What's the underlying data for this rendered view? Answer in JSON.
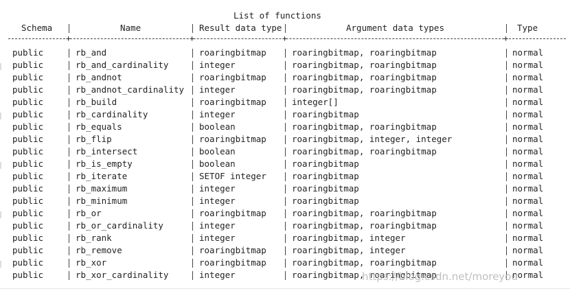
{
  "title": "List of functions",
  "headers": {
    "schema": "Schema",
    "name": "Name",
    "result": "Result data type",
    "args": "Argument data types",
    "type": "Type"
  },
  "rows": [
    [
      "public",
      "rb_and",
      "roaringbitmap",
      "roaringbitmap, roaringbitmap",
      "normal"
    ],
    [
      "public",
      "rb_and_cardinality",
      "integer",
      "roaringbitmap, roaringbitmap",
      "normal"
    ],
    [
      "public",
      "rb_andnot",
      "roaringbitmap",
      "roaringbitmap, roaringbitmap",
      "normal"
    ],
    [
      "public",
      "rb_andnot_cardinality",
      "integer",
      "roaringbitmap, roaringbitmap",
      "normal"
    ],
    [
      "public",
      "rb_build",
      "roaringbitmap",
      "integer[]",
      "normal"
    ],
    [
      "public",
      "rb_cardinality",
      "integer",
      "roaringbitmap",
      "normal"
    ],
    [
      "public",
      "rb_equals",
      "boolean",
      "roaringbitmap, roaringbitmap",
      "normal"
    ],
    [
      "public",
      "rb_flip",
      "roaringbitmap",
      "roaringbitmap, integer, integer",
      "normal"
    ],
    [
      "public",
      "rb_intersect",
      "boolean",
      "roaringbitmap, roaringbitmap",
      "normal"
    ],
    [
      "public",
      "rb_is_empty",
      "boolean",
      "roaringbitmap",
      "normal"
    ],
    [
      "public",
      "rb_iterate",
      "SETOF integer",
      "roaringbitmap",
      "normal"
    ],
    [
      "public",
      "rb_maximum",
      "integer",
      "roaringbitmap",
      "normal"
    ],
    [
      "public",
      "rb_minimum",
      "integer",
      "roaringbitmap",
      "normal"
    ],
    [
      "public",
      "rb_or",
      "roaringbitmap",
      "roaringbitmap, roaringbitmap",
      "normal"
    ],
    [
      "public",
      "rb_or_cardinality",
      "integer",
      "roaringbitmap, roaringbitmap",
      "normal"
    ],
    [
      "public",
      "rb_rank",
      "integer",
      "roaringbitmap, integer",
      "normal"
    ],
    [
      "public",
      "rb_remove",
      "roaringbitmap",
      "roaringbitmap, integer",
      "normal"
    ],
    [
      "public",
      "rb_xor",
      "roaringbitmap",
      "roaringbitmap, roaringbitmap",
      "normal"
    ],
    [
      "public",
      "rb_xor_cardinality",
      "integer",
      "roaringbitmap, roaringbitmap",
      "normal"
    ]
  ],
  "watermark": "https://blog.csdn.net/moreyou"
}
